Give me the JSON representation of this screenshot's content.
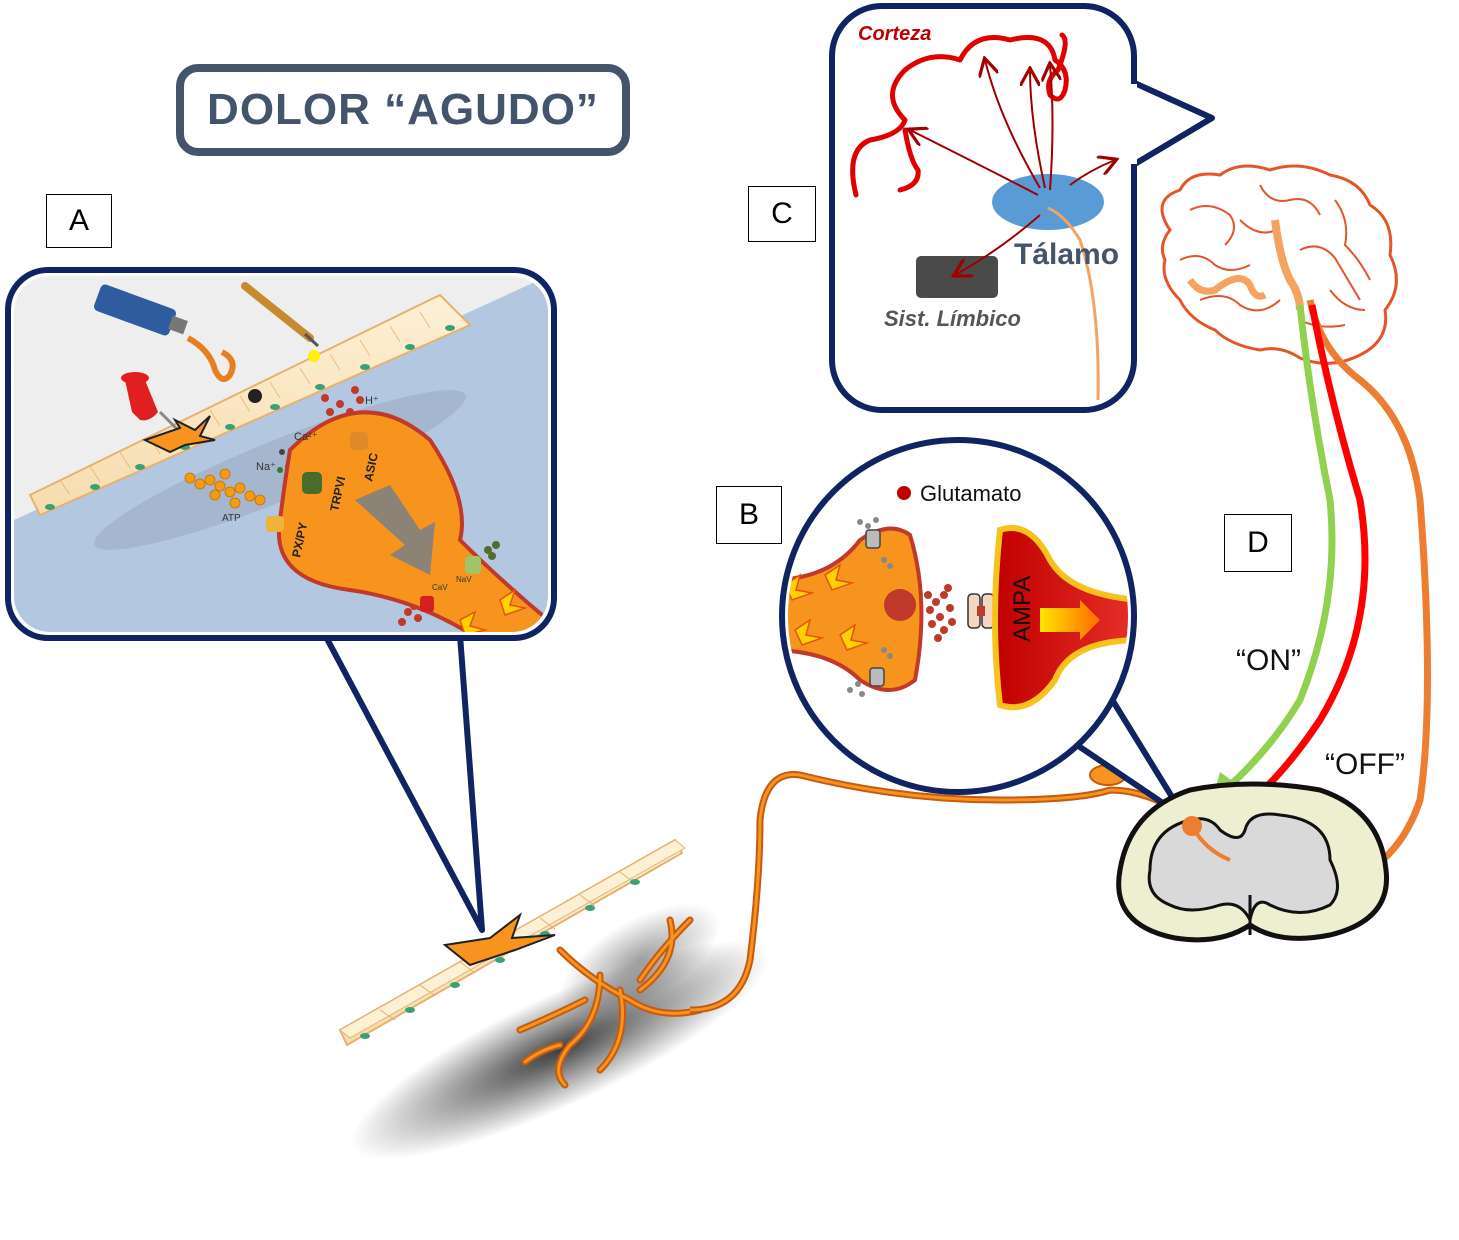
{
  "title": "DOLOR “AGUDO”",
  "panels": {
    "a": "A",
    "b": "B",
    "c": "C",
    "d": "D"
  },
  "panel_a": {
    "labels": {
      "h": "H⁺",
      "ca": "Ca²⁺",
      "na": "Na⁺",
      "atp": "ATP",
      "p2x": "PX/PY",
      "trpv1": "TRPVI",
      "asic": "ASIC",
      "nav": "NaV",
      "cav": "CaV"
    }
  },
  "panel_b": {
    "legend": "Glutamato",
    "receptor": "AMPA"
  },
  "panel_c": {
    "corteza": "Corteza",
    "talamo": "Tálamo",
    "limbico": "Sist. Límbico"
  },
  "panel_d": {
    "on": "“ON”",
    "off": "“OFF”"
  },
  "colors": {
    "navy": "#0f2461",
    "title": "#44546a",
    "neuron_orange": "#f7941d",
    "fiber_orange": "#ed7d31",
    "cortex_red": "#e00000",
    "on_green": "#92d050",
    "off_red": "#ff0000",
    "thalamus_blue": "#5b9bd5"
  }
}
